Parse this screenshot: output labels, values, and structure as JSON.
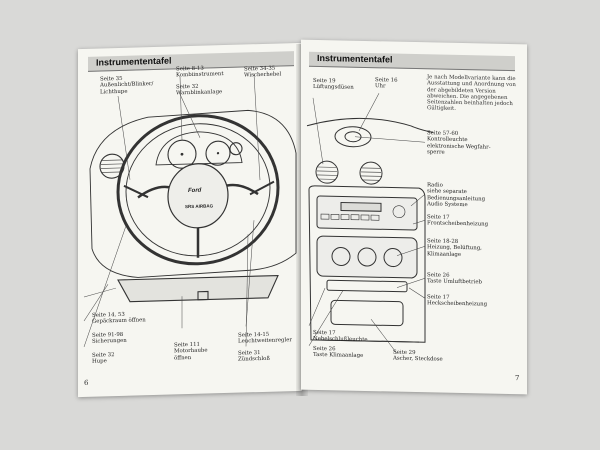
{
  "left_page": {
    "header": "Instrumententafel",
    "page_number": "6",
    "labels": {
      "l1": {
        "ref": "Seite 35",
        "text": [
          "Außenlicht/Blinker/",
          "Lichthupe"
        ]
      },
      "l2": {
        "ref": "Seite 8-13",
        "text": [
          "Kombiinstrument"
        ]
      },
      "l3": {
        "ref": "Seite 32",
        "text": [
          "Warnblinkanlage"
        ]
      },
      "l4": {
        "ref": "Seite 34-35",
        "text": [
          "Wischerhebel"
        ]
      },
      "l5": {
        "ref": "Seite 14, 53",
        "text": [
          "Gepäckraum öffnen"
        ]
      },
      "l6": {
        "ref": "Seite 91-98",
        "text": [
          "Sicherungen"
        ]
      },
      "l7": {
        "ref": "Seite 32",
        "text": [
          "Hupe"
        ]
      },
      "l8": {
        "ref": "Seite 111",
        "text": [
          "Motorhaube",
          "öffnen"
        ]
      },
      "l9": {
        "ref": "Seite 14-15",
        "text": [
          "Leuchtweitenregler"
        ]
      },
      "l10": {
        "ref": "Seite 31",
        "text": [
          "Zündschloß"
        ]
      }
    },
    "wheel_badge": "Ford",
    "airbag_text": "SRS AIRBAG"
  },
  "right_page": {
    "header": "Instrumententafel",
    "page_number": "7",
    "note": "Je nach Modellvariante kann die Ausstattung und Anordnung von der abgebildeten Version abweichen. Die angegebenen Seitenzahlen beinhalten jedoch Gültigkeit.",
    "labels": {
      "r1": {
        "ref": "Seite 19",
        "text": [
          "Lüftungsdüsen"
        ]
      },
      "r2": {
        "ref": "Seite 16",
        "text": [
          "Uhr"
        ]
      },
      "r3": {
        "ref": "Seite 57-60",
        "text": [
          "Kontrolleuchte",
          "elektronische Wegfahr-",
          "sperre"
        ]
      },
      "r4": {
        "ref": "Radio",
        "text": [
          "siehe separate",
          "Bedienungsanleitung",
          "Audio Systeme"
        ]
      },
      "r5": {
        "ref": "Seite 17",
        "text": [
          "Frontscheibenheizung"
        ]
      },
      "r6": {
        "ref": "Seite 18-28",
        "text": [
          "Heizung, Belüftung,",
          "Klimaanlage"
        ]
      },
      "r7": {
        "ref": "Seite 26",
        "text": [
          "Taste Umluftbetrieb"
        ]
      },
      "r8": {
        "ref": "Seite 17",
        "text": [
          "Heckscheibenheizung"
        ]
      },
      "r9": {
        "ref": "Seite 17",
        "text": [
          "Nebelschlußleuchte"
        ]
      },
      "r10": {
        "ref": "Seite 26",
        "text": [
          "Taste Klimaanlage"
        ]
      },
      "r11": {
        "ref": "Seite 29",
        "text": [
          "Ascher, Steckdose"
        ]
      }
    }
  }
}
